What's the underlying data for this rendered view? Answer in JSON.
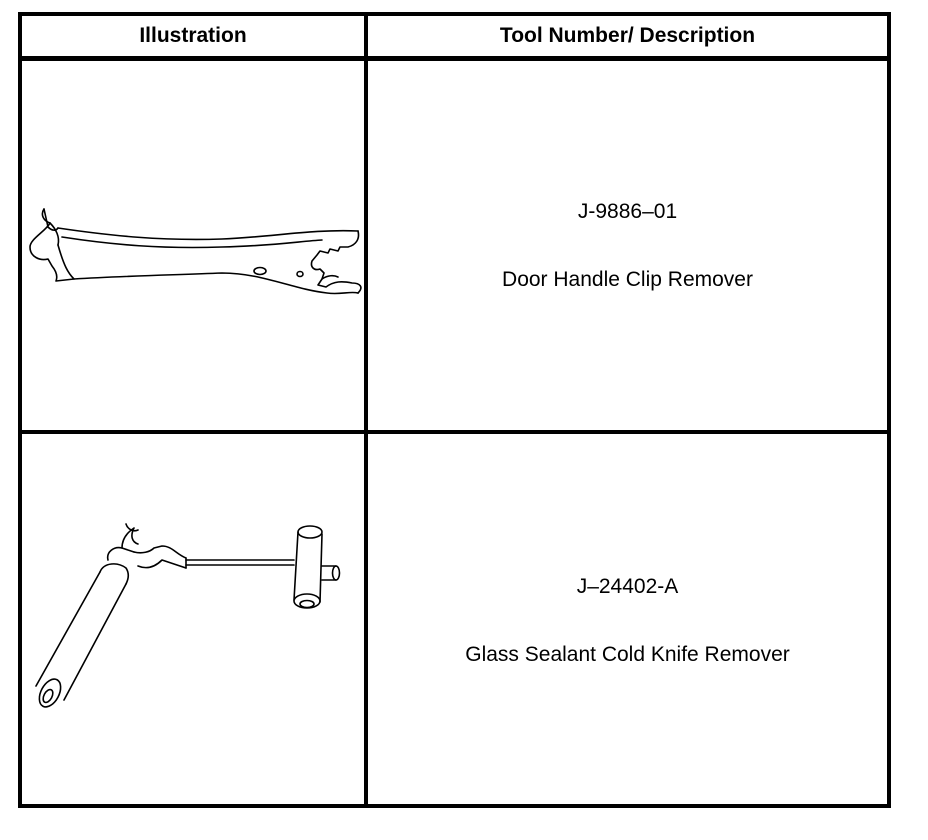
{
  "table": {
    "headers": {
      "illustration": "Illustration",
      "description": "Tool Number/ Description"
    },
    "rows": [
      {
        "illustration_icon": "door-handle-clip-remover-icon",
        "tool_number": "J-9886–01",
        "description": "Door Handle Clip Remover"
      },
      {
        "illustration_icon": "cold-knife-remover-icon",
        "tool_number": "J–24402-A",
        "description": "Glass Sealant Cold Knife Remover"
      }
    ]
  }
}
